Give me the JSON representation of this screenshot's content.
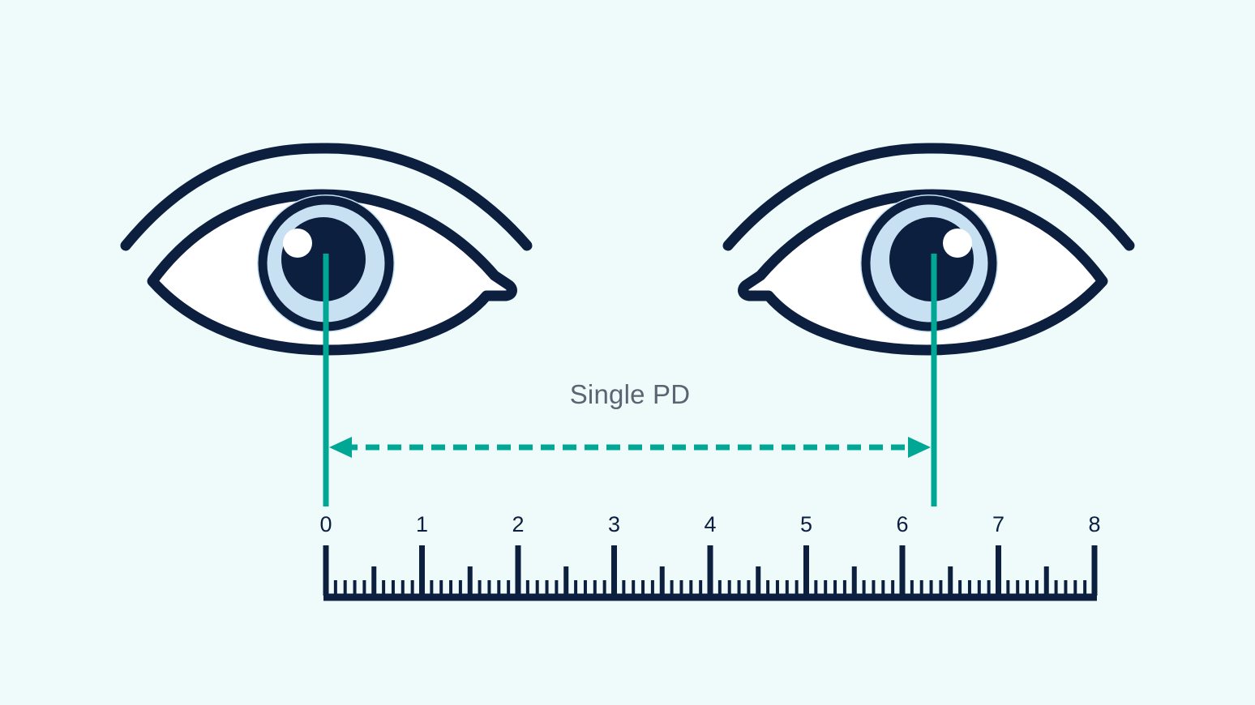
{
  "diagram": {
    "title_label": "Single PD",
    "background_color": "#effbfb",
    "ink_color": "#0c1f3f",
    "accent_color": "#00a795",
    "iris_color": "#c8e1f2",
    "sclera_color": "#ffffff",
    "label_color": "#5b6472"
  },
  "measurement": {
    "name": "Single PD",
    "arrow_style": "dashed-double-headed",
    "arrow_color": "#00a795",
    "start_value": "0",
    "end_value": "6.3",
    "unit_marks": 8
  },
  "ruler": {
    "name": "ruler",
    "min": 0,
    "max": 8,
    "major_tick_interval": 1,
    "half_tick_interval": 0.5,
    "minor_tick_interval": 0.1,
    "tick_color": "#0c1f3f",
    "labels": [
      {
        "value": 0,
        "text": "0"
      },
      {
        "value": 1,
        "text": "1"
      },
      {
        "value": 2,
        "text": "2"
      },
      {
        "value": 3,
        "text": "3"
      },
      {
        "value": 4,
        "text": "4"
      },
      {
        "value": 5,
        "text": "5"
      },
      {
        "value": 6,
        "text": "6"
      },
      {
        "value": 7,
        "text": "7"
      },
      {
        "value": 8,
        "text": "8"
      }
    ]
  },
  "eyes": {
    "left": {
      "name": "left-eye",
      "pupil_ruler_value": "0",
      "highlight_side": "upper-left",
      "tear_duct_side": "right"
    },
    "right": {
      "name": "right-eye",
      "pupil_ruler_value": "6.3",
      "highlight_side": "upper-right",
      "tear_duct_side": "left"
    }
  },
  "chart_data": {
    "type": "diagram",
    "title": "Single PD",
    "xlabel": "",
    "ylabel": "",
    "xlim": [
      0,
      8
    ],
    "grid": false,
    "annotations": [
      {
        "text": "Single PD",
        "x": 3.15,
        "y": 0
      },
      {
        "text": "0",
        "x": 0,
        "y": 0
      },
      {
        "text": "1",
        "x": 1,
        "y": 0
      },
      {
        "text": "2",
        "x": 2,
        "y": 0
      },
      {
        "text": "3",
        "x": 3,
        "y": 0
      },
      {
        "text": "4",
        "x": 4,
        "y": 0
      },
      {
        "text": "5",
        "x": 5,
        "y": 0
      },
      {
        "text": "6",
        "x": 6,
        "y": 0
      },
      {
        "text": "7",
        "x": 7,
        "y": 0
      },
      {
        "text": "8",
        "x": 8,
        "y": 0
      }
    ],
    "measured_span": {
      "from": 0,
      "to": 6.3,
      "label": "Single PD"
    }
  }
}
